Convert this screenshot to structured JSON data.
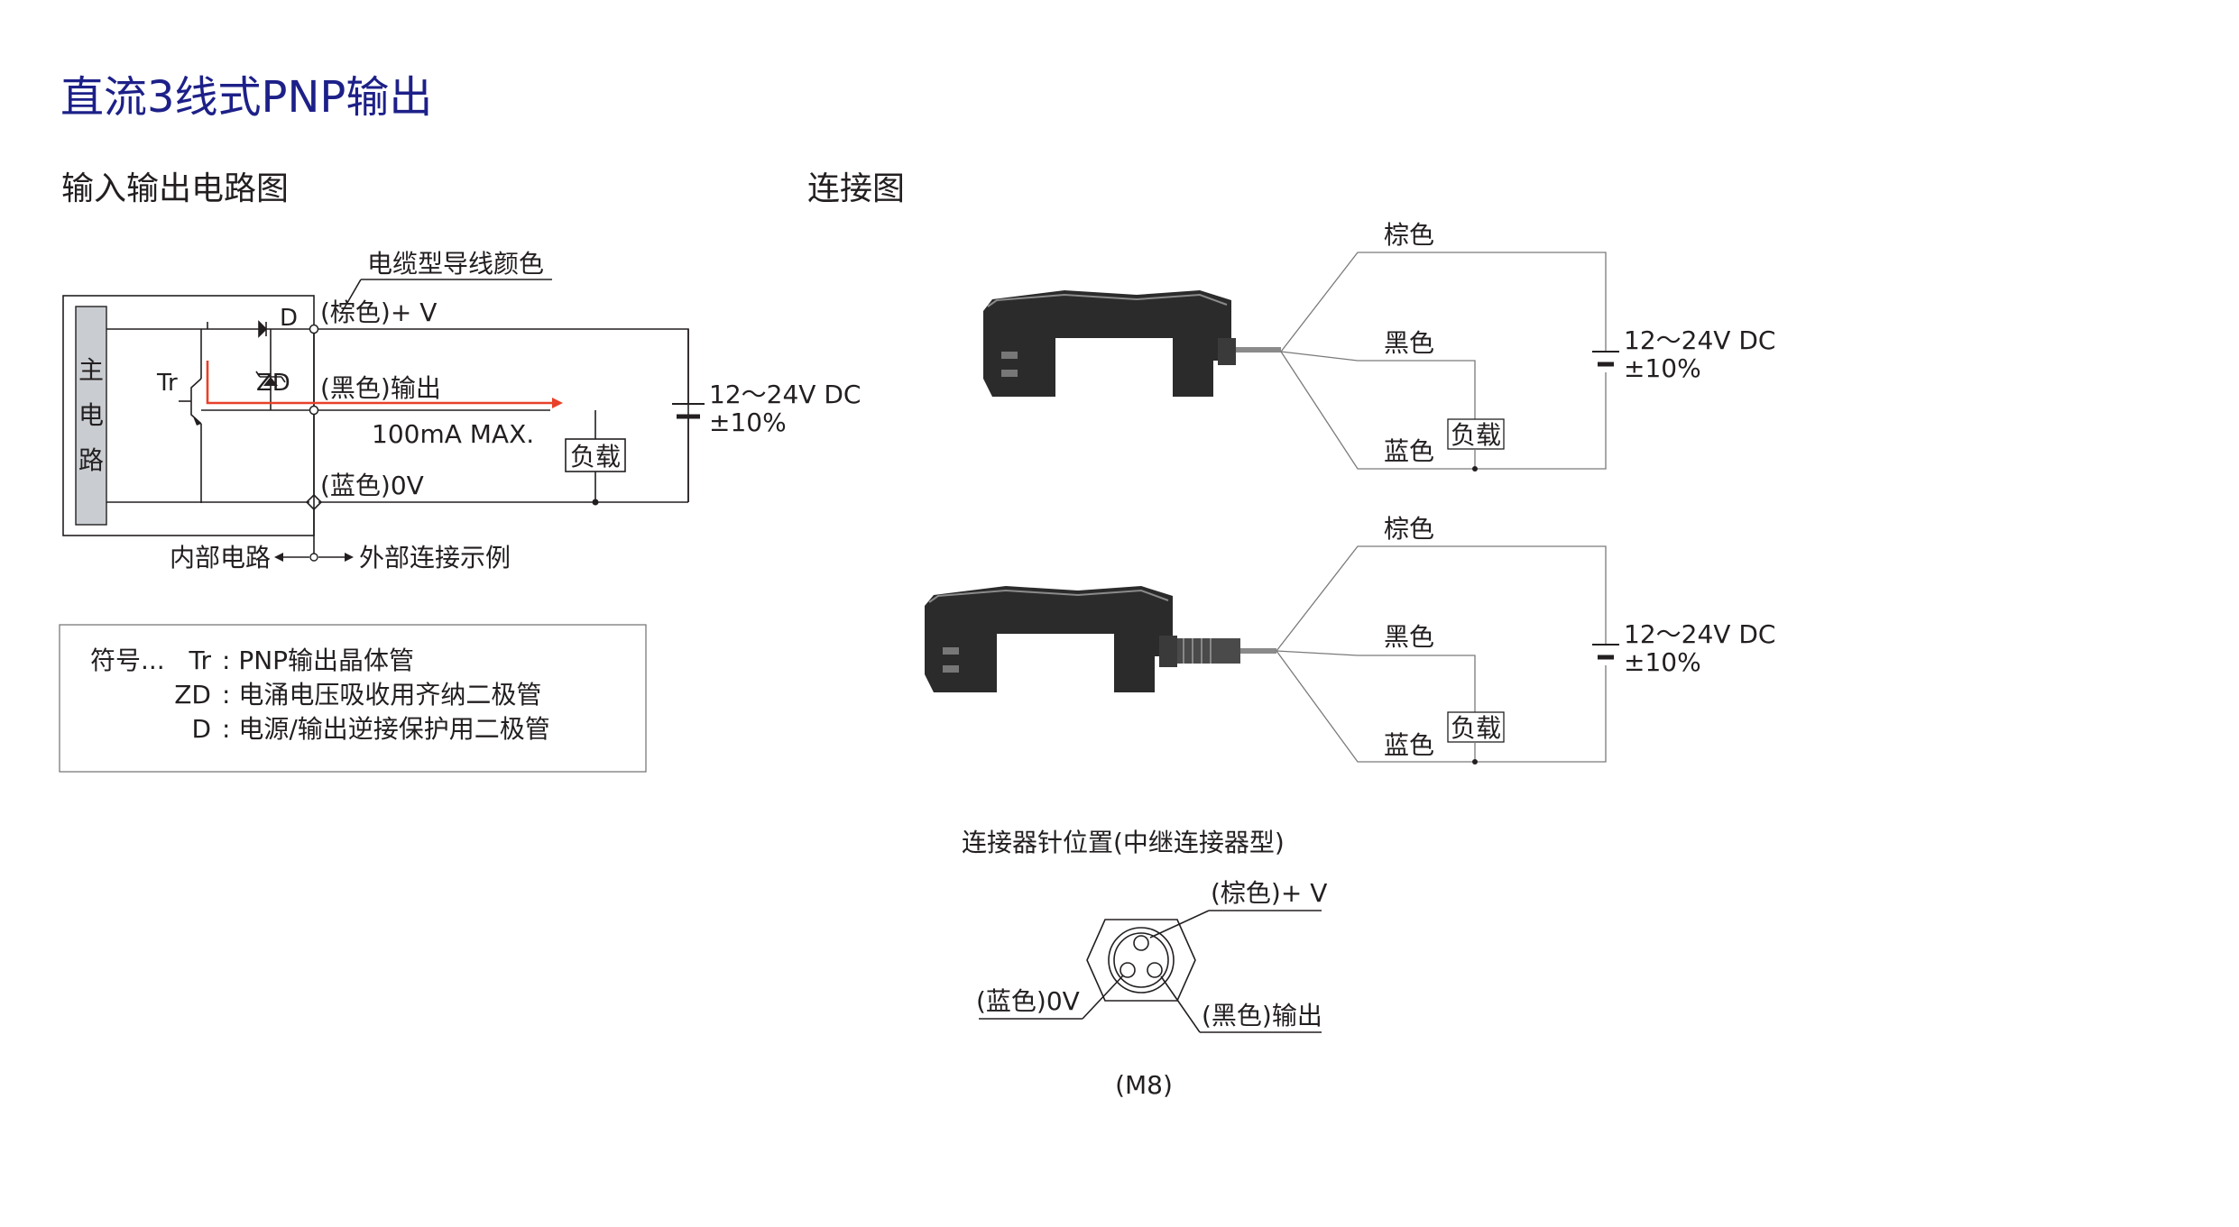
{
  "title": "直流3线式PNP输出",
  "circuit": {
    "heading": "输入输出电路图",
    "main_circuit": [
      "主",
      "电",
      "路"
    ],
    "cable_color_label": "电缆型导线颜色",
    "brown_label": "(棕色)+ V",
    "black_label": "(黑色)输出",
    "blue_label": "(蓝色)0V",
    "max_current": "100mA MAX.",
    "load": "负载",
    "supply_voltage": "12～24V DC",
    "supply_tolerance": "±10%",
    "tr": "Tr",
    "zd": "ZD",
    "d": "D",
    "internal": "内部电路",
    "external": "外部连接示例"
  },
  "legend": {
    "prefix": "符号...",
    "rows": [
      {
        "symbol": "Tr",
        "desc": ": PNP输出晶体管"
      },
      {
        "symbol": "ZD",
        "desc": ": 电涌电压吸收用齐纳二极管"
      },
      {
        "symbol": "D",
        "desc": ": 电源/输出逆接保护用二极管"
      }
    ]
  },
  "connection": {
    "heading": "连接图",
    "diagrams": [
      {
        "brown": "棕色",
        "black": "黑色",
        "blue": "蓝色",
        "load": "负载",
        "voltage": "12～24V DC",
        "tolerance": "±10%"
      },
      {
        "brown": "棕色",
        "black": "黑色",
        "blue": "蓝色",
        "load": "负载",
        "voltage": "12～24V DC",
        "tolerance": "±10%"
      }
    ]
  },
  "connector": {
    "heading": "连接器针位置(中继连接器型)",
    "brown_pin": "(棕色)+ V",
    "blue_pin": "(蓝色)0V",
    "black_pin": "(黑色)输出",
    "size": "(M8)"
  },
  "colors": {
    "title": "#1d2088",
    "output_path": "#e8402a",
    "main_circuit_fill": "#c9cdd1",
    "sensor_body": "#2b2b2b"
  }
}
